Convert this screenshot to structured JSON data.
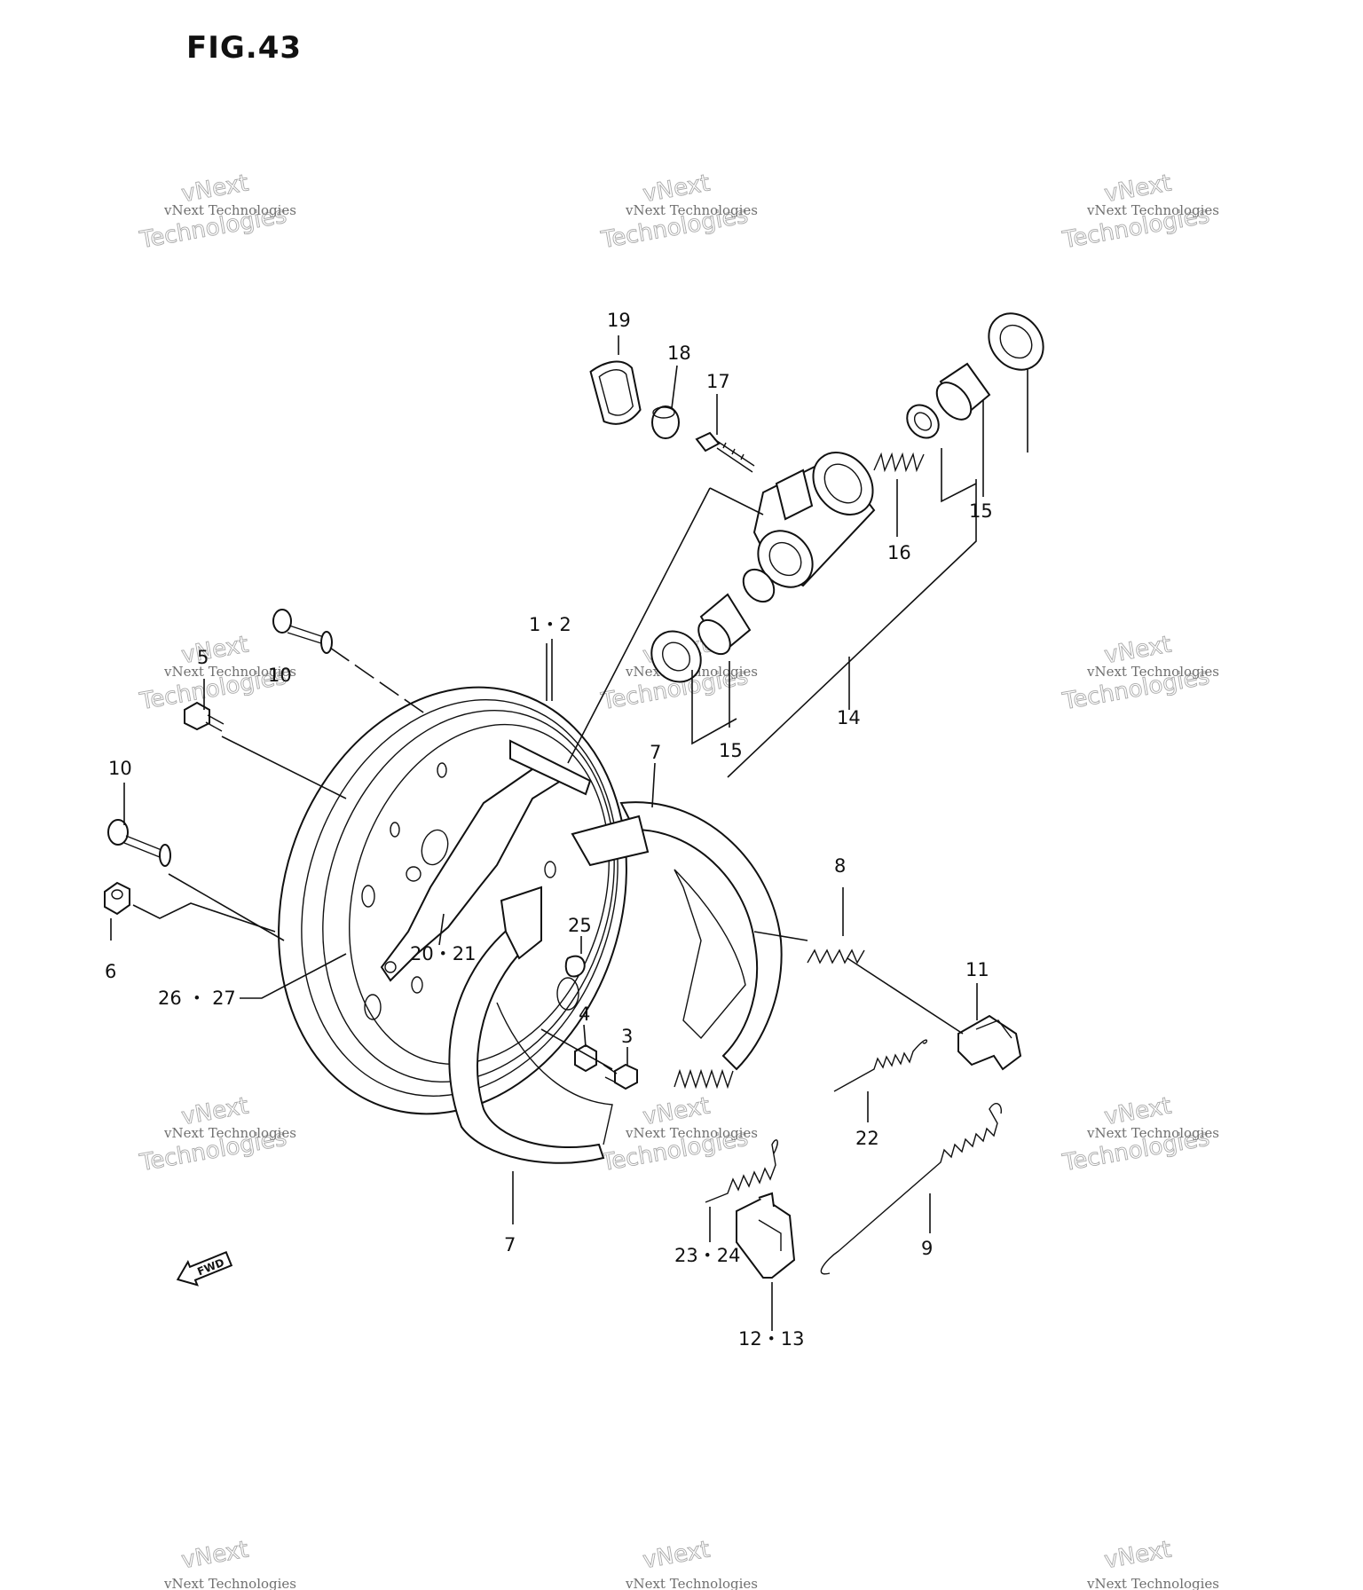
{
  "figure": {
    "title": "FIG.43"
  },
  "watermark": {
    "small": "vNext Technologies",
    "big_line1": "vNext",
    "big_line2": "Technologies"
  },
  "direction_marker": "FWD",
  "callouts": [
    {
      "id": "c-19",
      "text": "19"
    },
    {
      "id": "c-18",
      "text": "18"
    },
    {
      "id": "c-17",
      "text": "17"
    },
    {
      "id": "c-16",
      "text": "16"
    },
    {
      "id": "c-15a",
      "text": "15"
    },
    {
      "id": "c-15b",
      "text": "15"
    },
    {
      "id": "c-14",
      "text": "14"
    },
    {
      "id": "c-1-2",
      "text": "1・2"
    },
    {
      "id": "c-5",
      "text": "5"
    },
    {
      "id": "c-10a",
      "text": "10"
    },
    {
      "id": "c-10b",
      "text": "10"
    },
    {
      "id": "c-6",
      "text": "6"
    },
    {
      "id": "c-7a",
      "text": "7"
    },
    {
      "id": "c-7b",
      "text": "7"
    },
    {
      "id": "c-8",
      "text": "8"
    },
    {
      "id": "c-11",
      "text": "11"
    },
    {
      "id": "c-25",
      "text": "25"
    },
    {
      "id": "c-20-21",
      "text": "20・21"
    },
    {
      "id": "c-26-27",
      "text": "26 ・ 27"
    },
    {
      "id": "c-4",
      "text": "4"
    },
    {
      "id": "c-3",
      "text": "3"
    },
    {
      "id": "c-22",
      "text": "22"
    },
    {
      "id": "c-9",
      "text": "9"
    },
    {
      "id": "c-23-24",
      "text": "23・24"
    },
    {
      "id": "c-12-13",
      "text": "12・13"
    }
  ]
}
